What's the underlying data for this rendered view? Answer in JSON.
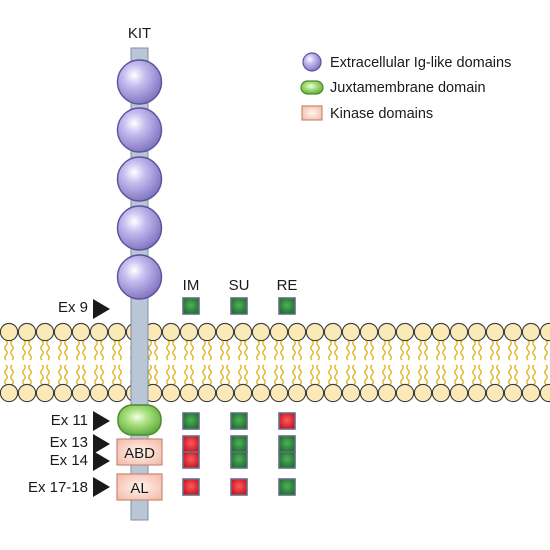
{
  "protein_label": "KIT",
  "legend": [
    {
      "key": "ig",
      "label": "Extracellular Ig-like domains"
    },
    {
      "key": "jm",
      "label": "Juxtamembrane domain"
    },
    {
      "key": "kinase",
      "label": "Kinase domains"
    }
  ],
  "drug_columns": [
    "IM",
    "SU",
    "RE"
  ],
  "domains": {
    "abd": "ABD",
    "al": "AL"
  },
  "exons": [
    {
      "label": "Ex 9",
      "statuses": [
        "sensitive",
        "sensitive",
        "sensitive"
      ]
    },
    {
      "label": "Ex 11",
      "statuses": [
        "sensitive",
        "sensitive",
        "resistant"
      ]
    },
    {
      "label": "Ex 13",
      "statuses": [
        "resistant",
        "sensitive",
        "sensitive"
      ]
    },
    {
      "label": "Ex 14",
      "statuses": [
        "resistant",
        "sensitive",
        "sensitive"
      ]
    },
    {
      "label": "Ex 17-18",
      "statuses": [
        "resistant",
        "resistant",
        "sensitive"
      ]
    }
  ],
  "colors": {
    "ig_fill": "#9b8fd1",
    "ig_stroke": "#5f529d",
    "jm_fill": "#8fd06a",
    "jm_stroke": "#4e8a2e",
    "kinase_fill": "#f6c4b4",
    "kinase_stroke": "#c98a75",
    "sensitive": "#2f8a3a",
    "resistant": "#e0303a",
    "membrane_head_fill": "#fbe9b8",
    "membrane_head_stroke": "#3a3a3a",
    "membrane_tail": "#e3b21e",
    "stalk": "#a9b8cc"
  }
}
